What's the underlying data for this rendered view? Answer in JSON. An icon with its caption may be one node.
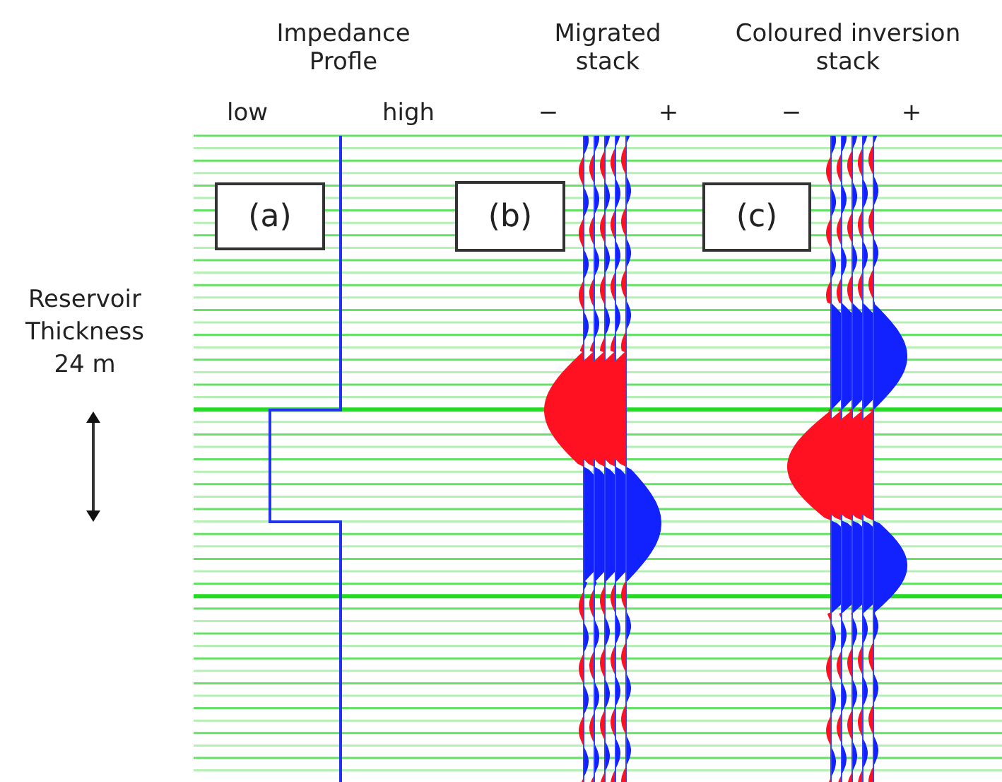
{
  "diagram": {
    "nodes": [
      {
        "text": [
          "(a)"
        ]
      },
      {
        "text": [
          "(b)"
        ]
      },
      {
        "text": [
          "(c)"
        ]
      }
    ],
    "labels": [
      "Impedance Profle",
      "Migrated stack",
      "Coloured inversion stack",
      "low",
      "high",
      "−",
      "+",
      "−",
      "+",
      "Reservoir Thickness 24 m"
    ]
  }
}
